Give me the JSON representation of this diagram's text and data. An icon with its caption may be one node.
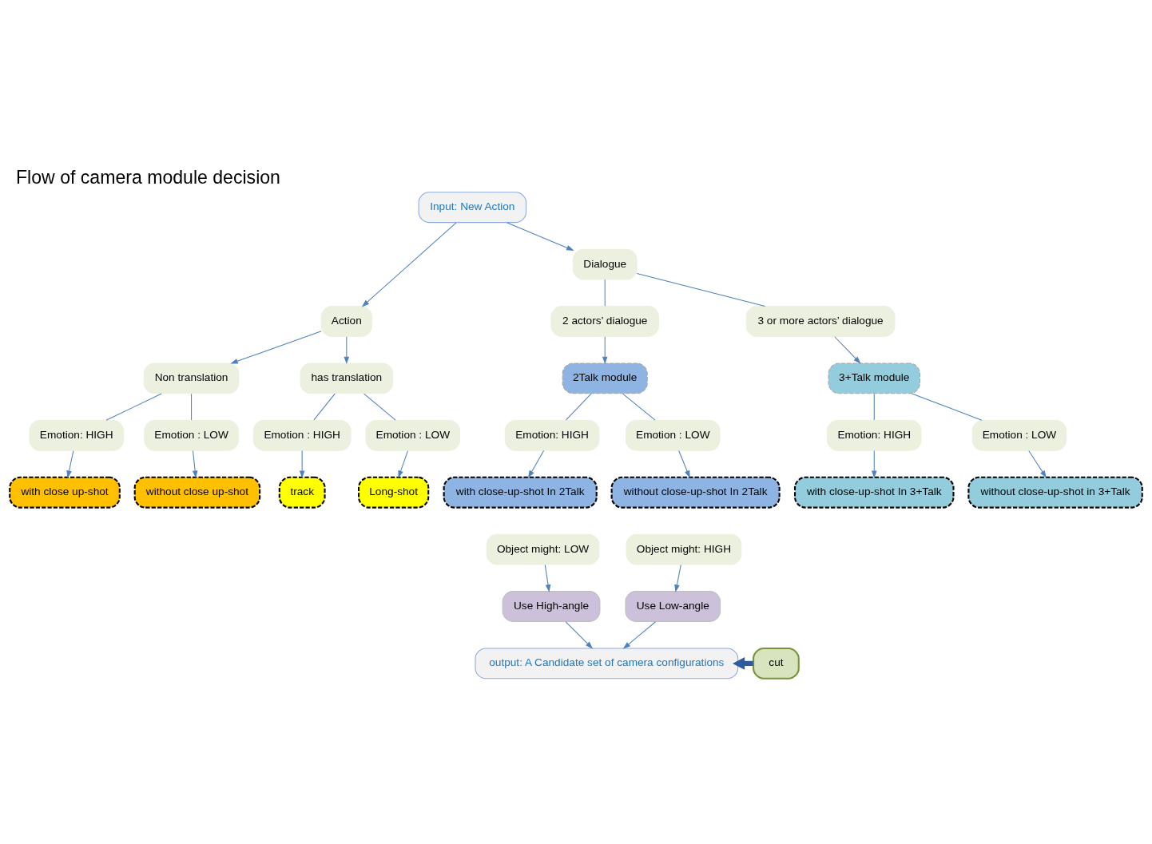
{
  "diagram": {
    "title": "Flow of camera module decision",
    "nodes": [
      {
        "text": [
          "Input: New Action"
        ]
      },
      {
        "text": [
          "Action"
        ]
      },
      {
        "text": [
          "Dialogue"
        ]
      },
      {
        "text": [
          "Non translation"
        ]
      },
      {
        "text": [
          "has translation"
        ]
      },
      {
        "text": [
          "2 actors’ dialogue"
        ]
      },
      {
        "text": [
          "3 or more actors’ dialogue"
        ]
      },
      {
        "text": [
          "2Talk module"
        ]
      },
      {
        "text": [
          "3+Talk module"
        ]
      },
      {
        "text": [
          "Emotion: HIGH"
        ]
      },
      {
        "text": [
          "Emotion : LOW"
        ]
      },
      {
        "text": [
          "Emotion : HIGH"
        ]
      },
      {
        "text": [
          "Emotion : LOW"
        ]
      },
      {
        "text": [
          "Emotion: HIGH"
        ]
      },
      {
        "text": [
          "Emotion : LOW"
        ]
      },
      {
        "text": [
          "Emotion: HIGH"
        ]
      },
      {
        "text": [
          "Emotion : LOW"
        ]
      },
      {
        "text": [
          "with close up-shot"
        ]
      },
      {
        "text": [
          "without close up-shot"
        ]
      },
      {
        "text": [
          "track"
        ]
      },
      {
        "text": [
          "Long-shot"
        ]
      },
      {
        "text": [
          "with close-up-shot In 2Talk"
        ]
      },
      {
        "text": [
          "without close-up-shot In 2Talk"
        ]
      },
      {
        "text": [
          "with close-up-shot In 3+Talk"
        ]
      },
      {
        "text": [
          "without close-up-shot in 3+Talk"
        ]
      },
      {
        "text": [
          "Object might: LOW"
        ]
      },
      {
        "text": [
          "Object might: HIGH"
        ]
      },
      {
        "text": [
          "Use High-angle"
        ]
      },
      {
        "text": [
          "Use Low-angle"
        ]
      },
      {
        "text": [
          "cut"
        ]
      },
      {
        "text": [
          "output: A Candidate set of camera configurations"
        ]
      }
    ],
    "edges": [
      {
        "from": 0,
        "to": 1,
        "arrow": "to"
      },
      {
        "from": 0,
        "to": 2,
        "arrow": "to"
      },
      {
        "from": 1,
        "to": 3,
        "arrow": "to"
      },
      {
        "from": 1,
        "to": 4,
        "arrow": "to"
      },
      {
        "from": 2,
        "to": 5,
        "arrow": "none"
      },
      {
        "from": 2,
        "to": 6,
        "arrow": "none"
      },
      {
        "from": 5,
        "to": 7,
        "arrow": "to"
      },
      {
        "from": 6,
        "to": 8,
        "arrow": "to"
      },
      {
        "from": 3,
        "to": 9,
        "arrow": "none"
      },
      {
        "from": 3,
        "to": 10,
        "arrow": "none"
      },
      {
        "from": 4,
        "to": 11,
        "arrow": "none"
      },
      {
        "from": 4,
        "to": 12,
        "arrow": "none"
      },
      {
        "from": 7,
        "to": 13,
        "arrow": "none"
      },
      {
        "from": 7,
        "to": 14,
        "arrow": "none"
      },
      {
        "from": 8,
        "to": 15,
        "arrow": "none"
      },
      {
        "from": 8,
        "to": 16,
        "arrow": "none"
      },
      {
        "from": 9,
        "to": 17,
        "arrow": "to"
      },
      {
        "from": 10,
        "to": 18,
        "arrow": "to"
      },
      {
        "from": 11,
        "to": 19,
        "arrow": "to"
      },
      {
        "from": 12,
        "to": 20,
        "arrow": "to"
      },
      {
        "from": 13,
        "to": 21,
        "arrow": "to"
      },
      {
        "from": 14,
        "to": 22,
        "arrow": "to"
      },
      {
        "from": 15,
        "to": 23,
        "arrow": "to"
      },
      {
        "from": 16,
        "to": 24,
        "arrow": "to"
      },
      {
        "from": 25,
        "to": 27,
        "arrow": "to"
      },
      {
        "from": 26,
        "to": 28,
        "arrow": "to"
      },
      {
        "from": 27,
        "to": 30,
        "arrow": "to"
      },
      {
        "from": 28,
        "to": 30,
        "arrow": "to"
      },
      {
        "from": 29,
        "to": 30,
        "arrow": "to",
        "style": "thick",
        "color": "#2e5c9e"
      }
    ]
  }
}
